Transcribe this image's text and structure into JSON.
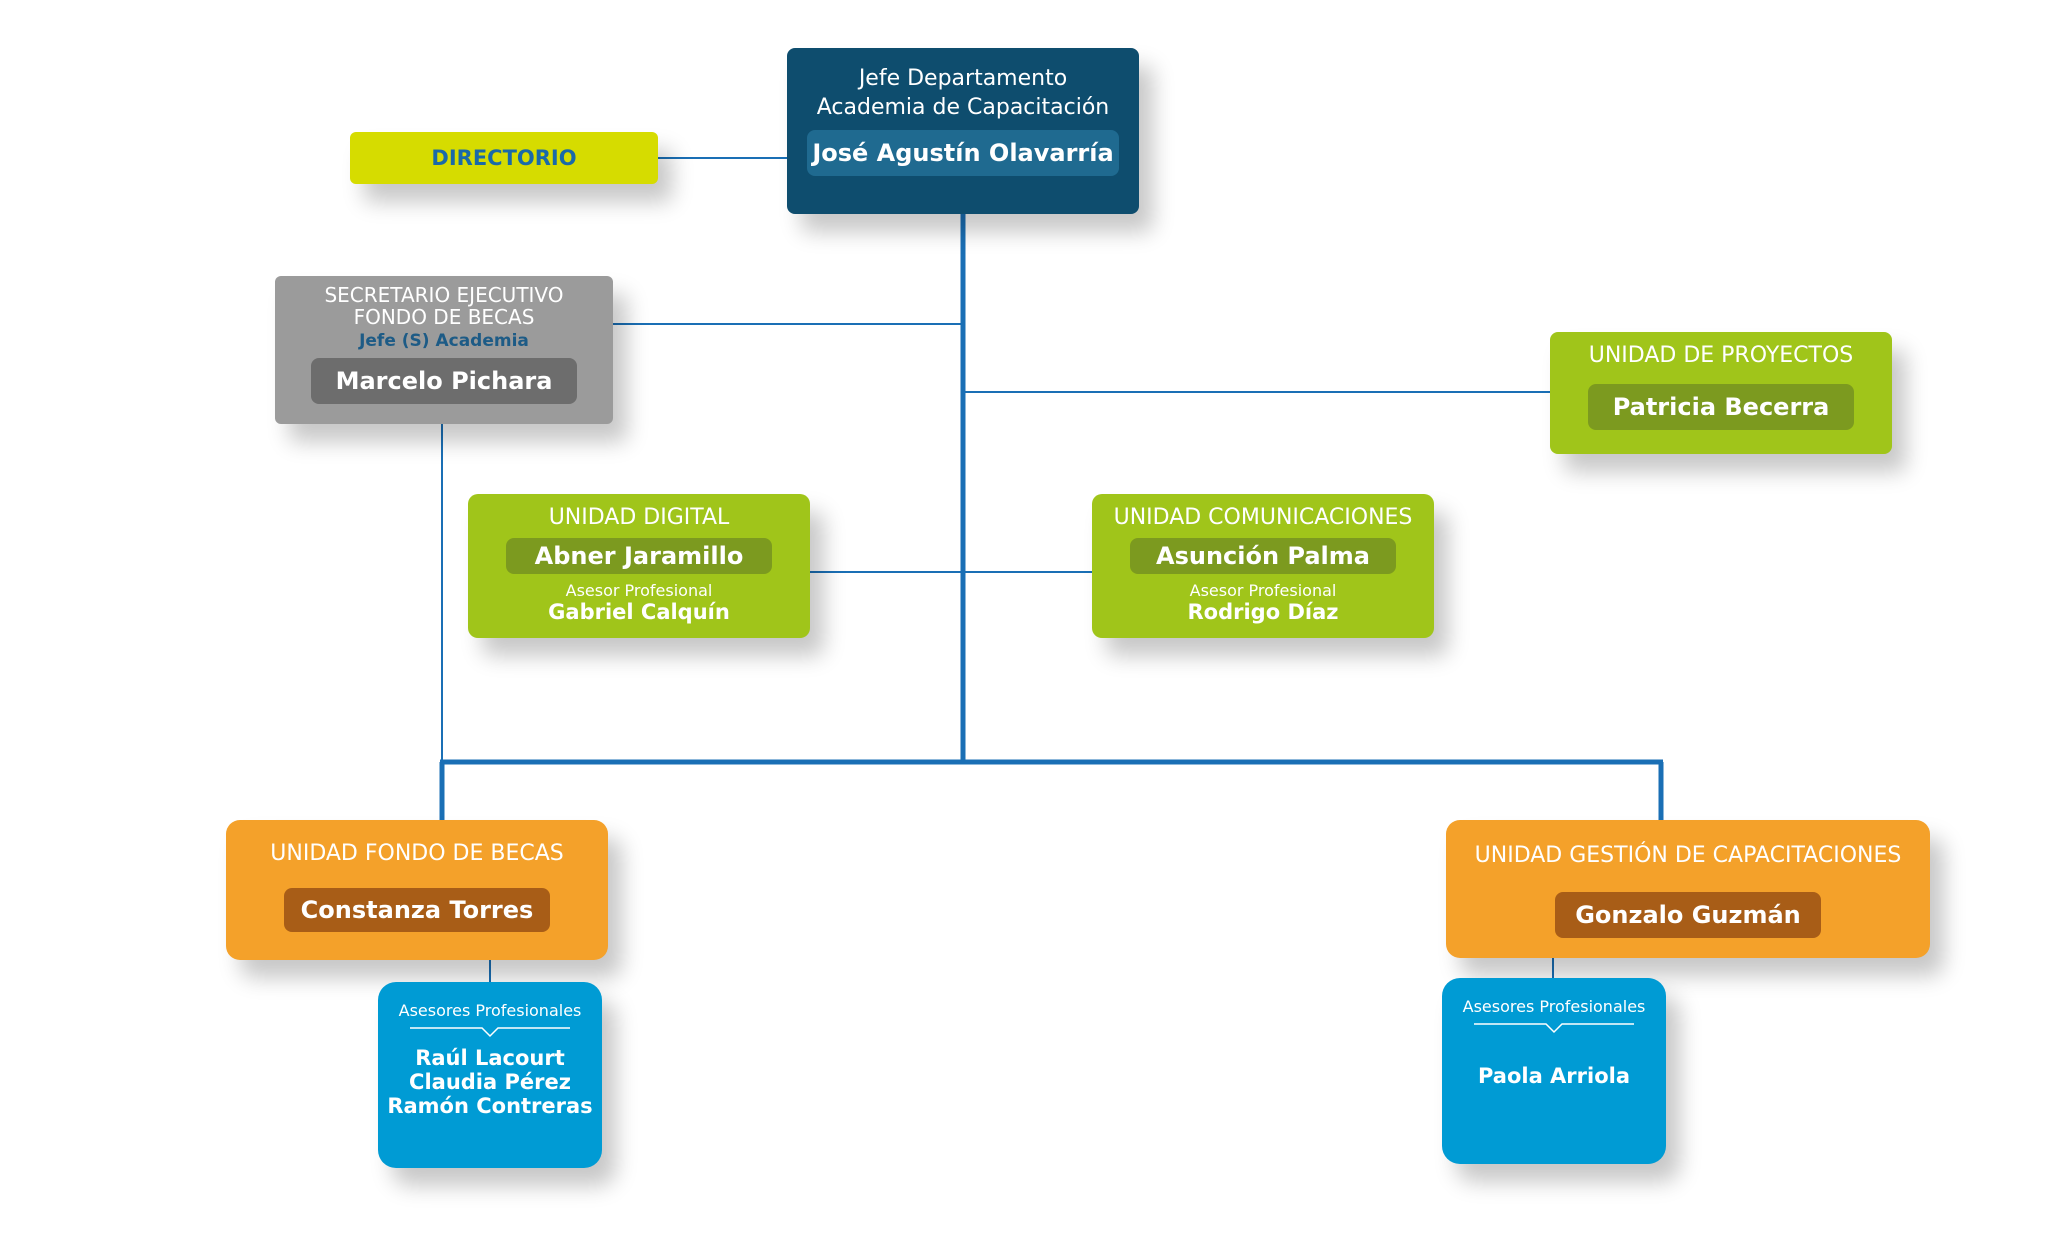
{
  "director": {
    "title_line1": "Jefe Departamento",
    "title_line2": "Academia de Capacitación",
    "name": "José Agustín Olavarría"
  },
  "directorio": {
    "label": "DIRECTORIO"
  },
  "secretario": {
    "title_line1": "SECRETARIO EJECUTIVO",
    "title_line2": "FONDO DE BECAS",
    "subtitle": "Jefe (S) Academia",
    "name": "Marcelo Pichara"
  },
  "proyectos": {
    "title": "UNIDAD DE PROYECTOS",
    "name": "Patricia Becerra"
  },
  "digital": {
    "title": "UNIDAD DIGITAL",
    "name": "Abner Jaramillo",
    "advisor_label": "Asesor Profesional",
    "advisor_name": "Gabriel Calquín"
  },
  "comunicaciones": {
    "title": "UNIDAD COMUNICACIONES",
    "name": "Asunción Palma",
    "advisor_label": "Asesor Profesional",
    "advisor_name": "Rodrigo Díaz"
  },
  "fondo_becas": {
    "title": "UNIDAD FONDO DE BECAS",
    "name": "Constanza Torres",
    "advisors_label": "Asesores Profesionales",
    "advisors": [
      "Raúl Lacourt",
      "Claudia Pérez",
      "Ramón Contreras"
    ]
  },
  "gestion": {
    "title": "UNIDAD GESTIÓN DE CAPACITACIONES",
    "name": "Gonzalo Guzmán",
    "advisors_label": "Asesores Profesionales",
    "advisors": [
      "Paola Arriola"
    ]
  },
  "colors": {
    "navy": "#0e4d6e",
    "yellow": "#d6dc00",
    "gray": "#9b9b9b",
    "green": "#a0c51a",
    "orange": "#f4a12a",
    "blue": "#009bd4",
    "connector": "#1a6fb5"
  }
}
